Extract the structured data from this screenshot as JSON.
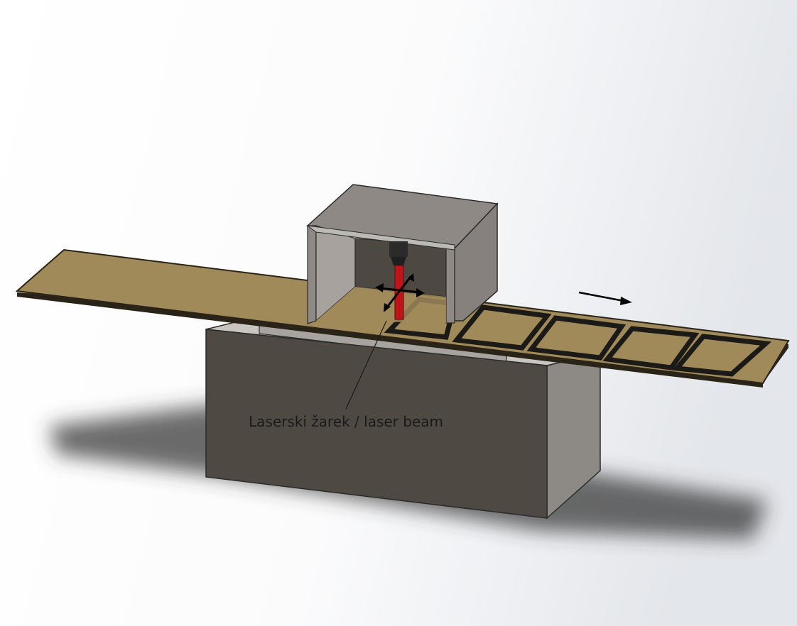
{
  "annotation": {
    "laser_beam_label": "Laserski žarek / laser beam"
  },
  "colors": {
    "strip_top": "#a08a5a",
    "strip_edge": "#2a2418",
    "cut_outline": "#1c1a16",
    "base_front": "#4f4944",
    "base_side": "#8d8984",
    "base_top": "#c9c6c2",
    "housing_top": "#8e8984",
    "housing_wall": "#86817c",
    "housing_inner": "#4d4842",
    "laser_beam": "#c0141a",
    "laser_head": "#2b2b2b",
    "arrow": "#000000"
  },
  "icons": {
    "motion_arrows": "four-way-move-arrows",
    "feed_direction": "right-arrow"
  }
}
